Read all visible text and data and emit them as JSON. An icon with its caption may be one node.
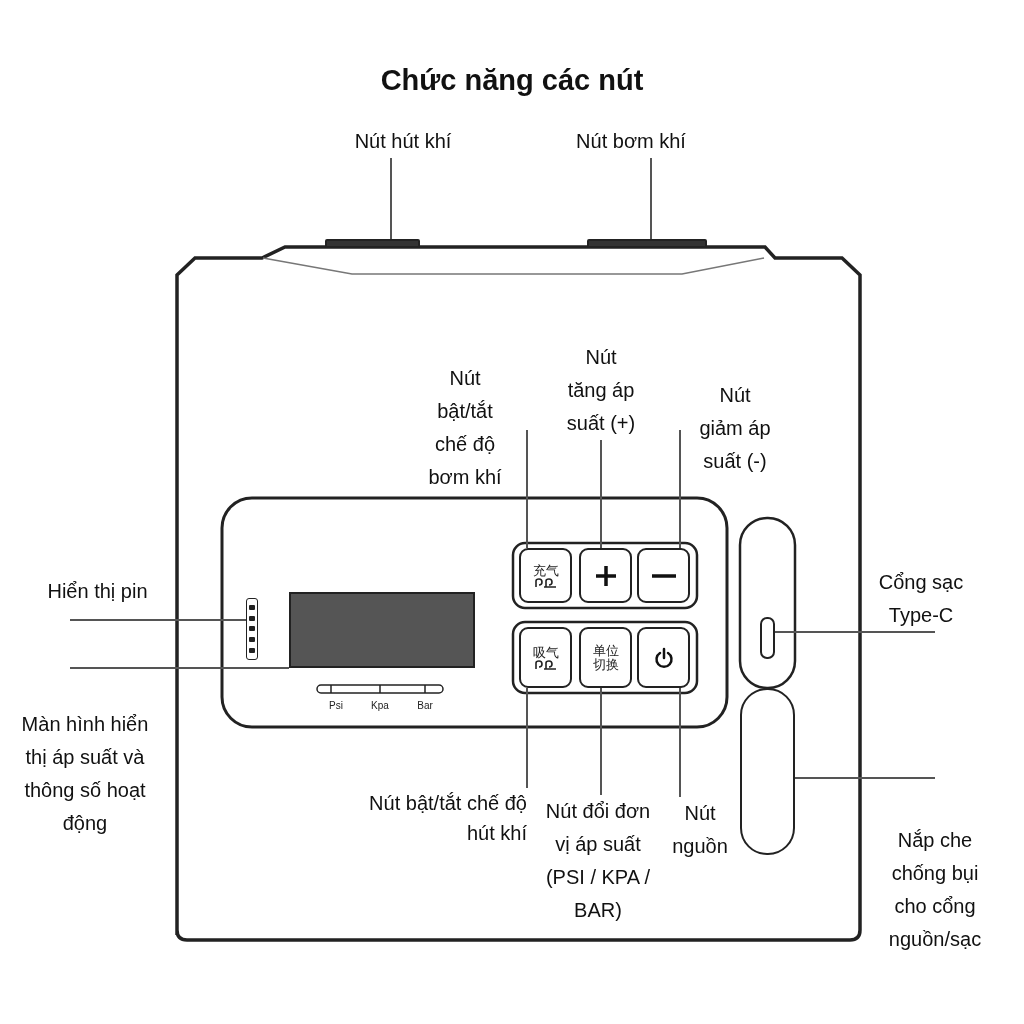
{
  "diagram": {
    "title": "Chức năng các nút",
    "nodes": [
      {
        "text": [
          "Nút hút khí"
        ]
      },
      {
        "text": [],
        "shape": "box"
      },
      {
        "text": [
          "Nút bơm khí"
        ]
      },
      {
        "text": [],
        "shape": "box"
      },
      {
        "text": [
          "Nút bật/tắt chế độ bơm khí"
        ]
      },
      {
        "text": [
          "充气"
        ]
      },
      {
        "text": [
          "Nút tăng áp suất (+)"
        ]
      },
      {
        "text": [],
        "shape": "box"
      },
      {
        "text": [
          "Nút giảm áp suất (-)"
        ]
      },
      {
        "text": [],
        "shape": "box"
      },
      {
        "text": [
          "Hiển thị pin"
        ]
      },
      {
        "text": [],
        "shape": "bar"
      },
      {
        "text": [
          "Màn hình hiển thị áp suất và thông số hoạt động"
        ]
      },
      {
        "text": [],
        "shape": "box"
      },
      {
        "text": [
          "Nút bật/tắt chế độ hút khí"
        ]
      },
      {
        "text": [
          "吸气"
        ]
      },
      {
        "text": [
          "Nút đổi đơn vị áp suất (PSI / KPA / BAR)"
        ]
      },
      {
        "text": [
          "单位切换"
        ]
      },
      {
        "text": [
          "Nút nguồn"
        ]
      },
      {
        "text": [],
        "shape": "box"
      },
      {
        "text": [
          "Cổng sạc Type-C"
        ]
      },
      {
        "text": [],
        "shape": "box"
      },
      {
        "text": [
          "Nắp che chống bụi cho cổng nguồn/sạc"
        ]
      },
      {
        "text": [],
        "shape": "box"
      }
    ],
    "edges": [
      {
        "from": 0,
        "to": 1,
        "arrow": "none"
      },
      {
        "from": 2,
        "to": 3,
        "arrow": "none"
      },
      {
        "from": 4,
        "to": 5,
        "arrow": "none"
      },
      {
        "from": 6,
        "to": 7,
        "arrow": "none"
      },
      {
        "from": 8,
        "to": 9,
        "arrow": "none"
      },
      {
        "from": 10,
        "to": 11,
        "arrow": "none"
      },
      {
        "from": 12,
        "to": 13,
        "arrow": "none"
      },
      {
        "from": 14,
        "to": 15,
        "arrow": "none"
      },
      {
        "from": 16,
        "to": 17,
        "arrow": "none"
      },
      {
        "from": 18,
        "to": 19,
        "arrow": "none"
      },
      {
        "from": 20,
        "to": 21,
        "arrow": "none"
      },
      {
        "from": 22,
        "to": 23,
        "arrow": "none"
      }
    ],
    "labels": [
      "Psi",
      "Kpa",
      "Bar"
    ]
  }
}
